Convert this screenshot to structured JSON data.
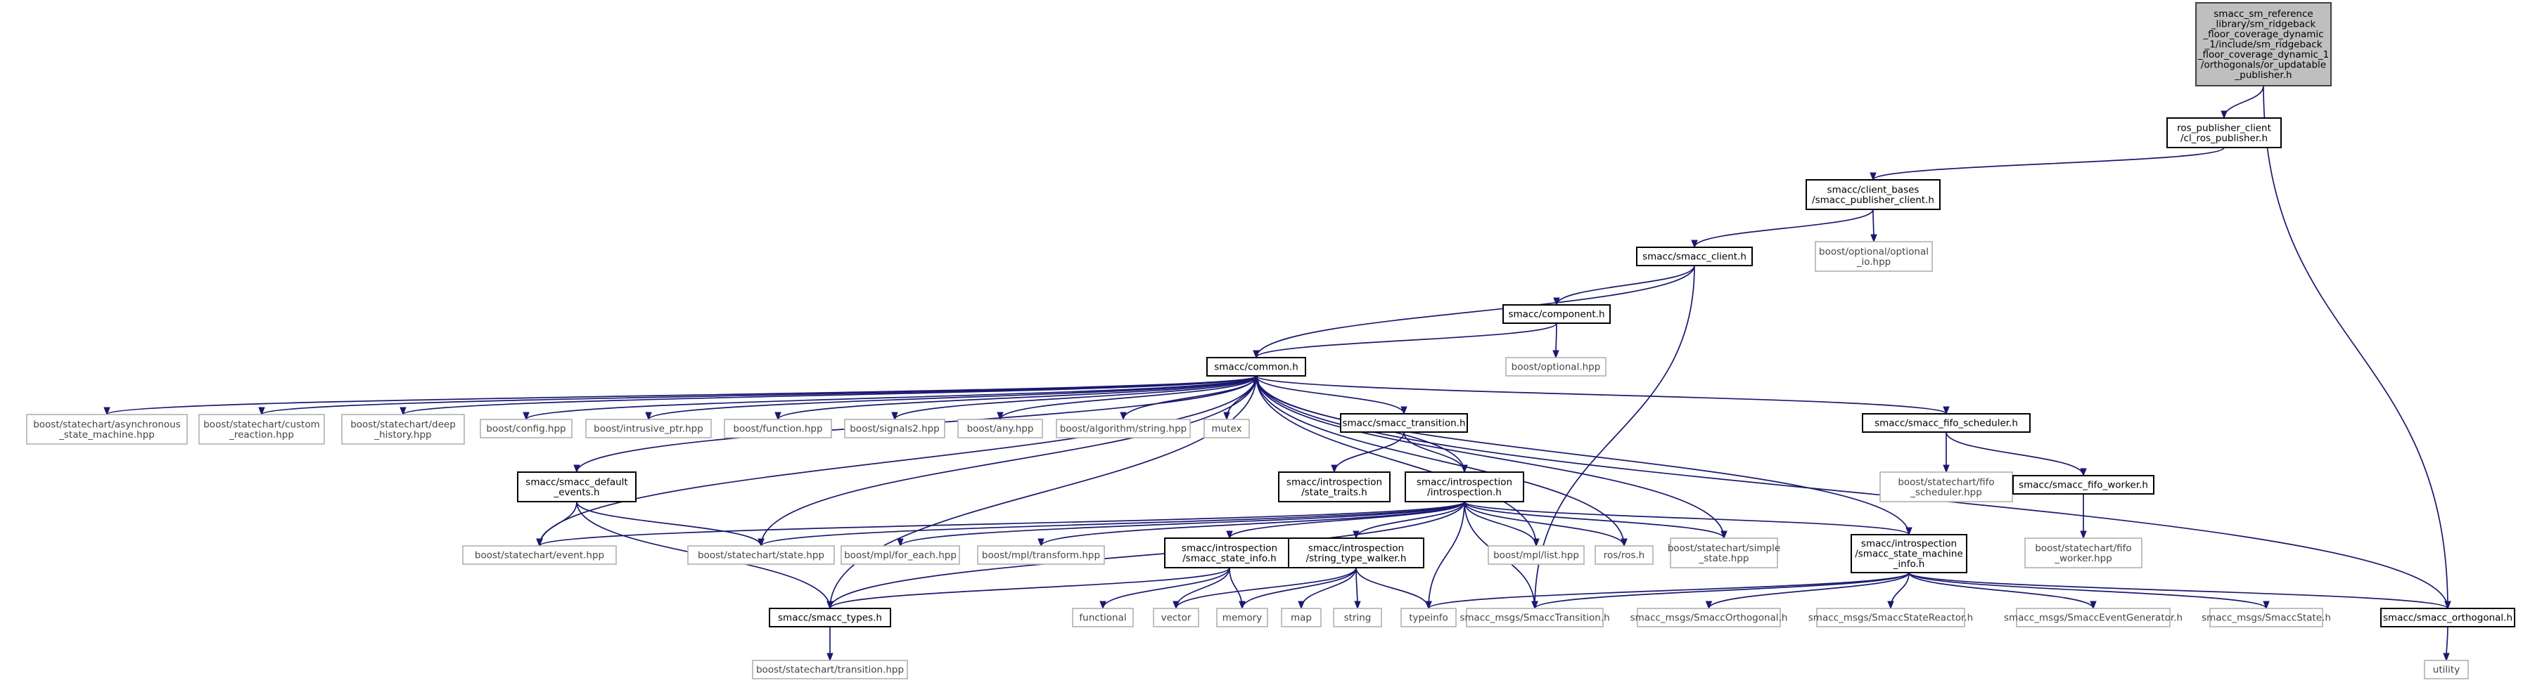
{
  "nodes": {
    "root": [
      "smacc_sm_reference",
      "_library/sm_ridgeback",
      "_floor_coverage_dynamic",
      "_1/include/sm_ridgeback",
      "_floor_coverage_dynamic_1",
      "/orthogonals/or_updatable",
      "_publisher.h"
    ],
    "cl_ros_publisher": [
      "ros_publisher_client",
      "/cl_ros_publisher.h"
    ],
    "smacc_publisher_client": [
      "smacc/client_bases",
      "/smacc_publisher_client.h"
    ],
    "optional_io": [
      "boost/optional/optional",
      "_io.hpp"
    ],
    "smacc_client": [
      "smacc/smacc_client.h"
    ],
    "component": [
      "smacc/component.h"
    ],
    "optional_hpp": [
      "boost/optional.hpp"
    ],
    "common": [
      "smacc/common.h"
    ],
    "async_sm": [
      "boost/statechart/asynchronous",
      "_state_machine.hpp"
    ],
    "custom_reaction": [
      "boost/statechart/custom",
      "_reaction.hpp"
    ],
    "deep_history": [
      "boost/statechart/deep",
      "_history.hpp"
    ],
    "config": [
      "boost/config.hpp"
    ],
    "intrusive_ptr": [
      "boost/intrusive_ptr.hpp"
    ],
    "function": [
      "boost/function.hpp"
    ],
    "signals2": [
      "boost/signals2.hpp"
    ],
    "any": [
      "boost/any.hpp"
    ],
    "algorithm_string": [
      "boost/algorithm/string.hpp"
    ],
    "mutex": [
      "mutex"
    ],
    "smacc_transition": [
      "smacc/smacc_transition.h"
    ],
    "fifo_scheduler": [
      "smacc/smacc_fifo_scheduler.h"
    ],
    "default_events": [
      "smacc/smacc_default",
      "_events.h"
    ],
    "state_traits": [
      "smacc/introspection",
      "/state_traits.h"
    ],
    "introspection": [
      "smacc/introspection",
      "/introspection.h"
    ],
    "statechart_fifo_scheduler": [
      "boost/statechart/fifo",
      "_scheduler.hpp"
    ],
    "fifo_worker": [
      "smacc/smacc_fifo_worker.h"
    ],
    "statechart_fifo_worker": [
      "boost/statechart/fifo",
      "_worker.hpp"
    ],
    "event_hpp": [
      "boost/statechart/event.hpp"
    ],
    "state_hpp": [
      "boost/statechart/state.hpp"
    ],
    "for_each": [
      "boost/mpl/for_each.hpp"
    ],
    "transform": [
      "boost/mpl/transform.hpp"
    ],
    "state_info": [
      "smacc/introspection",
      "/smacc_state_info.h"
    ],
    "string_type_walker": [
      "smacc/introspection",
      "/string_type_walker.h"
    ],
    "mpl_list": [
      "boost/mpl/list.hpp"
    ],
    "ros_h": [
      "ros/ros.h"
    ],
    "simple_state": [
      "boost/statechart/simple",
      "_state.hpp"
    ],
    "state_machine_info": [
      "smacc/introspection",
      "/smacc_state_machine",
      "_info.h"
    ],
    "smacc_types": [
      "smacc/smacc_types.h"
    ],
    "functional": [
      "functional"
    ],
    "vector": [
      "vector"
    ],
    "memory": [
      "memory"
    ],
    "map": [
      "map"
    ],
    "string": [
      "string"
    ],
    "typeinfo": [
      "typeinfo"
    ],
    "msg_transition": [
      "smacc_msgs/SmaccTransition.h"
    ],
    "msg_orthogonal": [
      "smacc_msgs/SmaccOrthogonal.h"
    ],
    "msg_state_reactor": [
      "smacc_msgs/SmaccStateReactor.h"
    ],
    "msg_event_generator": [
      "smacc_msgs/SmaccEventGenerator.h"
    ],
    "msg_state": [
      "smacc_msgs/SmaccState.h"
    ],
    "smacc_orthogonal": [
      "smacc/smacc_orthogonal.h"
    ],
    "utility": [
      "utility"
    ],
    "statechart_transition": [
      "boost/statechart/transition.hpp"
    ]
  },
  "edges": [
    [
      "root",
      "cl_ros_publisher"
    ],
    [
      "root",
      "smacc_orthogonal"
    ],
    [
      "cl_ros_publisher",
      "smacc_publisher_client"
    ],
    [
      "smacc_publisher_client",
      "smacc_client"
    ],
    [
      "smacc_publisher_client",
      "optional_io"
    ],
    [
      "smacc_client",
      "component"
    ],
    [
      "smacc_client",
      "common"
    ],
    [
      "smacc_client",
      "msg_transition"
    ],
    [
      "component",
      "common"
    ],
    [
      "component",
      "optional_hpp"
    ],
    [
      "common",
      "async_sm"
    ],
    [
      "common",
      "custom_reaction"
    ],
    [
      "common",
      "deep_history"
    ],
    [
      "common",
      "config"
    ],
    [
      "common",
      "intrusive_ptr"
    ],
    [
      "common",
      "function"
    ],
    [
      "common",
      "signals2"
    ],
    [
      "common",
      "any"
    ],
    [
      "common",
      "algorithm_string"
    ],
    [
      "common",
      "mutex"
    ],
    [
      "common",
      "smacc_transition"
    ],
    [
      "common",
      "fifo_scheduler"
    ],
    [
      "common",
      "default_events"
    ],
    [
      "common",
      "introspection"
    ],
    [
      "common",
      "event_hpp"
    ],
    [
      "common",
      "state_hpp"
    ],
    [
      "common",
      "smacc_types"
    ],
    [
      "common",
      "mpl_list"
    ],
    [
      "common",
      "ros_h"
    ],
    [
      "common",
      "simple_state"
    ],
    [
      "common",
      "smacc_orthogonal"
    ],
    [
      "smacc_transition",
      "state_traits"
    ],
    [
      "smacc_transition",
      "introspection"
    ],
    [
      "fifo_scheduler",
      "statechart_fifo_scheduler"
    ],
    [
      "fifo_scheduler",
      "fifo_worker"
    ],
    [
      "fifo_worker",
      "statechart_fifo_worker"
    ],
    [
      "default_events",
      "event_hpp"
    ],
    [
      "default_events",
      "state_hpp"
    ],
    [
      "default_events",
      "smacc_types"
    ],
    [
      "introspection",
      "event_hpp"
    ],
    [
      "introspection",
      "state_hpp"
    ],
    [
      "introspection",
      "for_each"
    ],
    [
      "introspection",
      "transform"
    ],
    [
      "introspection",
      "state_info"
    ],
    [
      "introspection",
      "string_type_walker"
    ],
    [
      "introspection",
      "mpl_list"
    ],
    [
      "introspection",
      "ros_h"
    ],
    [
      "introspection",
      "simple_state"
    ],
    [
      "introspection",
      "state_machine_info"
    ],
    [
      "introspection",
      "smacc_types"
    ],
    [
      "introspection",
      "typeinfo"
    ],
    [
      "introspection",
      "msg_transition"
    ],
    [
      "state_info",
      "smacc_types"
    ],
    [
      "state_info",
      "functional"
    ],
    [
      "state_info",
      "vector"
    ],
    [
      "state_info",
      "memory"
    ],
    [
      "string_type_walker",
      "vector"
    ],
    [
      "string_type_walker",
      "memory"
    ],
    [
      "string_type_walker",
      "map"
    ],
    [
      "string_type_walker",
      "string"
    ],
    [
      "string_type_walker",
      "typeinfo"
    ],
    [
      "state_machine_info",
      "common"
    ],
    [
      "state_machine_info",
      "typeinfo"
    ],
    [
      "state_machine_info",
      "msg_transition"
    ],
    [
      "state_machine_info",
      "msg_orthogonal"
    ],
    [
      "state_machine_info",
      "msg_state_reactor"
    ],
    [
      "state_machine_info",
      "msg_event_generator"
    ],
    [
      "state_machine_info",
      "msg_state"
    ],
    [
      "state_machine_info",
      "smacc_orthogonal"
    ],
    [
      "smacc_types",
      "statechart_transition"
    ],
    [
      "smacc_orthogonal",
      "utility"
    ]
  ]
}
